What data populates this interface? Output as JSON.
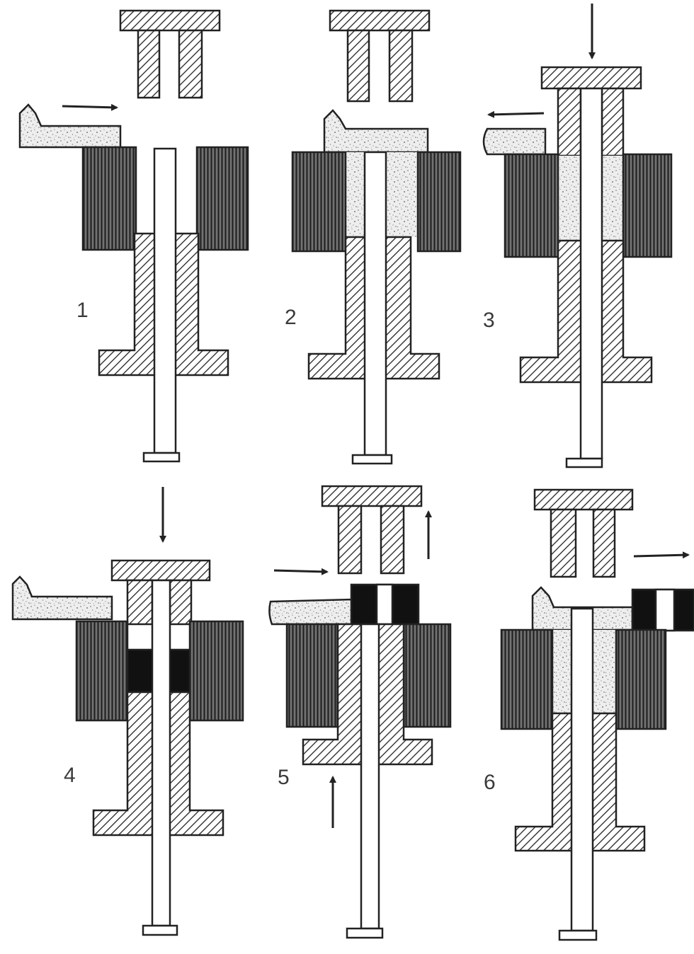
{
  "diagram": {
    "steps": [
      {
        "label": "1",
        "phase": "powder-fill",
        "shoe_motion": "right"
      },
      {
        "label": "2",
        "phase": "die-filled",
        "shoe_motion": "none"
      },
      {
        "label": "3",
        "phase": "upper-punch-descends",
        "shoe_motion": "left"
      },
      {
        "label": "4",
        "phase": "compaction",
        "shoe_motion": "none"
      },
      {
        "label": "5",
        "phase": "ejection",
        "shoe_motion": "right"
      },
      {
        "label": "6",
        "phase": "part-pushed-off-and-refill",
        "shoe_motion": "right"
      }
    ],
    "materials": {
      "hatched": "tool-steel",
      "ribbed": "die",
      "speckled": "powder",
      "solid": "compact"
    },
    "colors": {
      "line": "#222222",
      "die": "#3c3c3c",
      "compact": "#111111",
      "powder": "#ececec"
    }
  }
}
